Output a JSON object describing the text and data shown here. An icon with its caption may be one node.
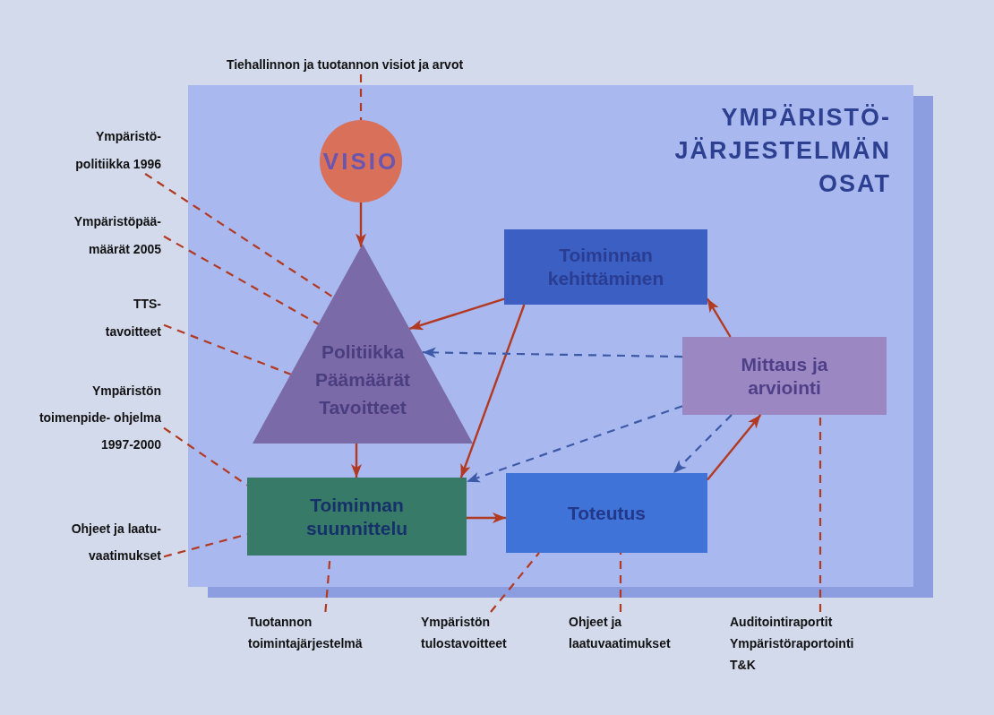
{
  "diagram": {
    "nodes": [
      {
        "text": [
          "YMPÄRISTÖ- JÄRJESTELMÄN OSAT"
        ]
      },
      {
        "text": [
          "VISIO"
        ],
        "in": 0
      },
      {
        "text": [
          "Politiikka Päämäärät Tavoitteet"
        ],
        "in": 0
      },
      {
        "text": [
          "Toiminnan kehittäminen"
        ],
        "in": 0
      },
      {
        "text": [
          "Mittaus ja arviointi"
        ],
        "in": 0
      },
      {
        "text": [
          "Toiminnan suunnittelu"
        ],
        "in": 0
      },
      {
        "text": [
          "Toteutus"
        ],
        "in": 0
      },
      {
        "text": [
          "Tiehallinnon ja tuotannon visiot ja arvot"
        ]
      },
      {
        "text": [
          "Ympäristö- politiikka 1996"
        ]
      },
      {
        "text": [
          "Ympäristöpää- määrät 2005"
        ]
      },
      {
        "text": [
          "TTS- tavoitteet"
        ]
      },
      {
        "text": [
          "Ympäristön toimenpide- ohjelma 1997-2000"
        ]
      },
      {
        "text": [
          "Ohjeet ja laatu- vaatimukset"
        ]
      },
      {
        "text": [
          "Tuotannon toimintajärjestelmä"
        ]
      },
      {
        "text": [
          "Ympäristön tulostavoitteet"
        ]
      },
      {
        "text": [
          "Ohjeet ja laatuvaatimukset"
        ]
      },
      {
        "text": [
          "Auditointiraportit Ympäristöraportointi T&K"
        ]
      }
    ],
    "edges": [
      {
        "from": 1,
        "to": 2,
        "arrow": "to"
      },
      {
        "from": 3,
        "to": 2,
        "arrow": "to"
      },
      {
        "from": 2,
        "to": 5,
        "arrow": "to"
      },
      {
        "from": 3,
        "to": 5,
        "arrow": "to"
      },
      {
        "from": 5,
        "to": 6,
        "arrow": "to"
      },
      {
        "from": 6,
        "to": 4,
        "arrow": "to"
      },
      {
        "from": 4,
        "to": 3,
        "arrow": "to"
      },
      {
        "from": 4,
        "to": 2,
        "arrow": "to",
        "style": "dashed",
        "color": "#3d5aa8"
      },
      {
        "from": 4,
        "to": 5,
        "arrow": "to",
        "style": "dashed",
        "color": "#3d5aa8"
      },
      {
        "from": 4,
        "to": 6,
        "arrow": "to",
        "style": "dashed",
        "color": "#3d5aa8"
      },
      {
        "from": 7,
        "to": 1,
        "arrow": "none",
        "style": "dashed"
      },
      {
        "from": 8,
        "to": 2,
        "arrow": "none",
        "style": "dashed"
      },
      {
        "from": 9,
        "to": 2,
        "arrow": "none",
        "style": "dashed"
      },
      {
        "from": 10,
        "to": 2,
        "arrow": "none",
        "style": "dashed"
      },
      {
        "from": 11,
        "to": 5,
        "arrow": "none",
        "style": "dashed"
      },
      {
        "from": 12,
        "to": 5,
        "arrow": "none",
        "style": "dashed"
      },
      {
        "from": 13,
        "to": 5,
        "arrow": "none",
        "style": "dashed"
      },
      {
        "from": 14,
        "to": 6,
        "arrow": "none",
        "style": "dashed"
      },
      {
        "from": 15,
        "to": 6,
        "arrow": "none",
        "style": "dashed"
      },
      {
        "from": 16,
        "to": 4,
        "arrow": "none",
        "style": "dashed"
      }
    ]
  }
}
